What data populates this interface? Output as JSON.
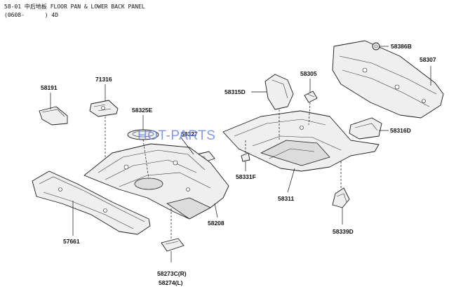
{
  "header": {
    "line1": "58-01 中后地板 FLOOR PAN & LOWER BACK PANEL",
    "line2": "(0608-      ) 4D"
  },
  "watermark": "HOT-PARTS",
  "labels": {
    "p58191": "58191",
    "p71316": "71316",
    "p58325E": "58325E",
    "p58327": "58327",
    "p58315D": "58315D",
    "p58305": "58305",
    "p58386B": "58386B",
    "p58307": "58307",
    "p58316D": "58316D",
    "p58331F": "58331F",
    "p58311": "58311",
    "p58339D": "58339D",
    "p57661": "57661",
    "p58208": "58208",
    "p58273C": "58273C(R)",
    "p58274": "58274(L)"
  }
}
